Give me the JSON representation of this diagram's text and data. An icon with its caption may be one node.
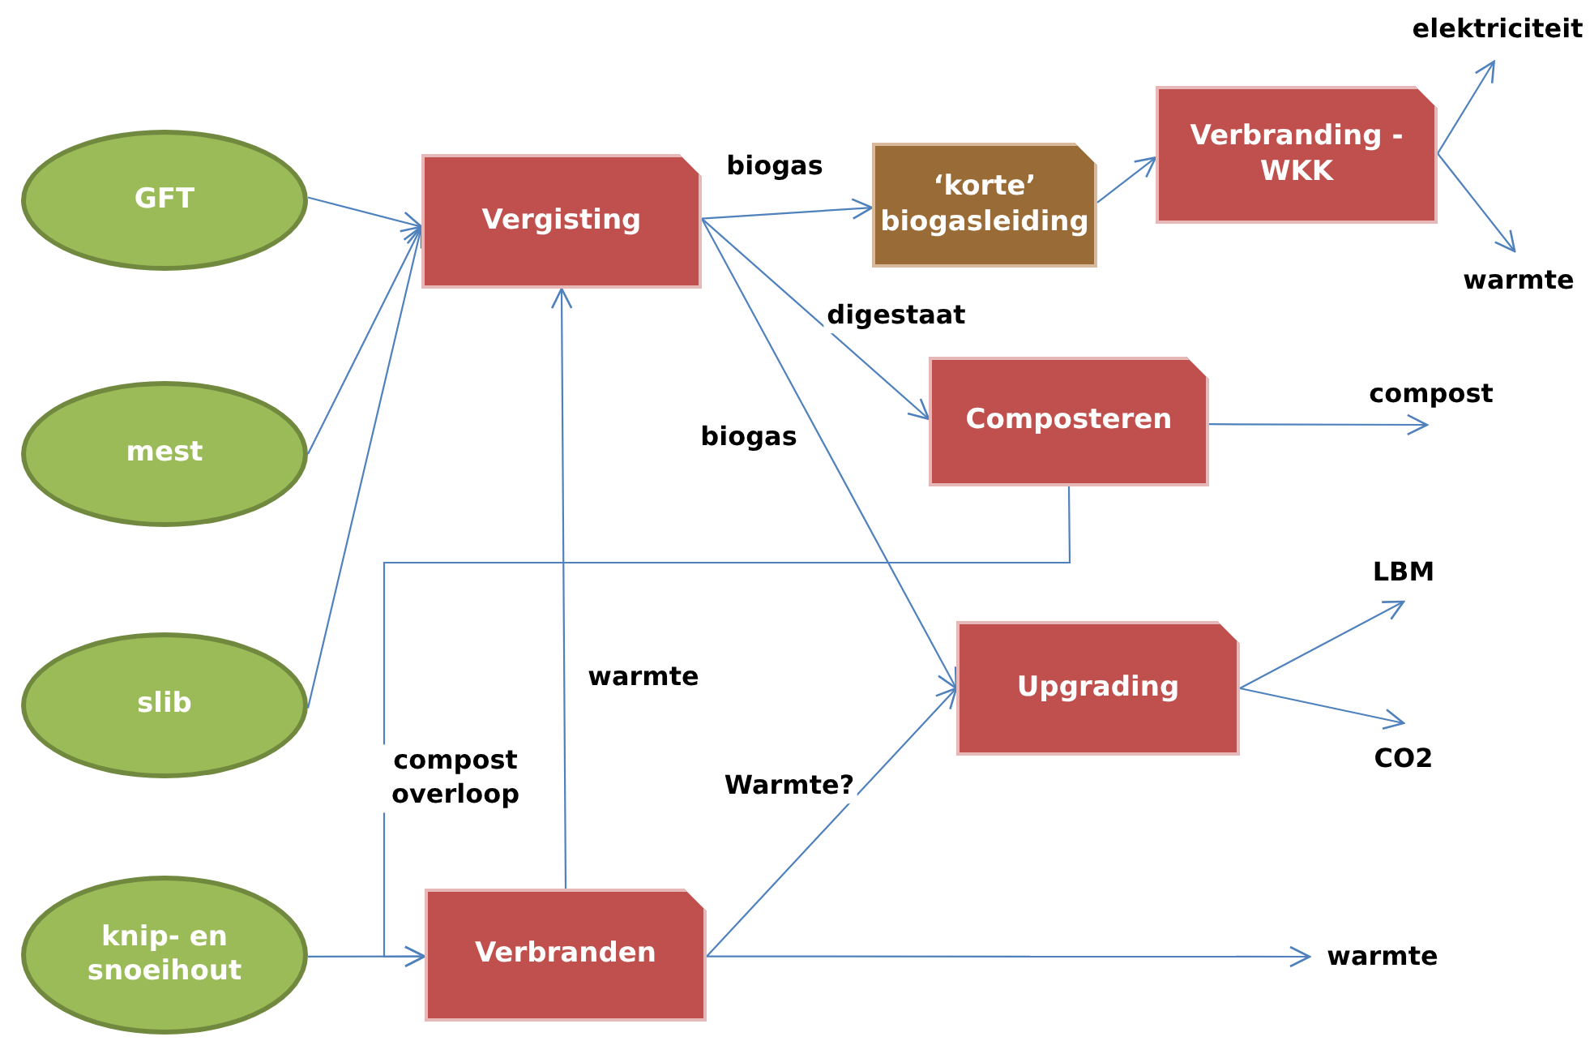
{
  "diagram": {
    "nodes": [
      {
        "text": [
          "GFT"
        ]
      },
      {
        "text": [
          "mest"
        ]
      },
      {
        "text": [
          "slib"
        ]
      },
      {
        "text": [
          "knip- en snoeihout"
        ]
      },
      {
        "text": [
          "Vergisting"
        ]
      },
      {
        "text": [
          "‘korte’ biogasleiding"
        ]
      },
      {
        "text": [
          "Verbranding - WKK"
        ]
      },
      {
        "text": [
          "Composteren"
        ]
      },
      {
        "text": [
          "Upgrading"
        ]
      },
      {
        "text": [
          "Verbranden"
        ]
      },
      {
        "text": [
          "elektriciteit"
        ]
      },
      {
        "text": [
          "warmte"
        ]
      },
      {
        "text": [
          "compost"
        ]
      },
      {
        "text": [
          "LBM"
        ]
      },
      {
        "text": [
          "CO2"
        ]
      },
      {
        "text": [
          "warmte"
        ]
      }
    ],
    "edges": [
      {
        "from": 0,
        "to": 4,
        "arrow": "to"
      },
      {
        "from": 1,
        "to": 4,
        "arrow": "to"
      },
      {
        "from": 2,
        "to": 4,
        "arrow": "to"
      },
      {
        "from": 3,
        "to": 9,
        "arrow": "to"
      },
      {
        "from": 4,
        "to": 5,
        "arrow": "to",
        "label": "biogas"
      },
      {
        "from": 5,
        "to": 6,
        "arrow": "to"
      },
      {
        "from": 6,
        "to": 10,
        "arrow": "to"
      },
      {
        "from": 6,
        "to": 11,
        "arrow": "to"
      },
      {
        "from": 4,
        "to": 7,
        "arrow": "to",
        "label": "digestaat"
      },
      {
        "from": 4,
        "to": 8,
        "arrow": "to",
        "label": "biogas"
      },
      {
        "from": 7,
        "to": 12,
        "arrow": "to"
      },
      {
        "from": 7,
        "to": 9,
        "arrow": "to",
        "label": "compost overloop"
      },
      {
        "from": 9,
        "to": 4,
        "arrow": "to",
        "label": "warmte"
      },
      {
        "from": 9,
        "to": 8,
        "arrow": "to",
        "label": "Warmte?"
      },
      {
        "from": 9,
        "to": 15,
        "arrow": "to"
      },
      {
        "from": 8,
        "to": 13,
        "arrow": "to"
      },
      {
        "from": 8,
        "to": 14,
        "arrow": "to"
      }
    ]
  }
}
